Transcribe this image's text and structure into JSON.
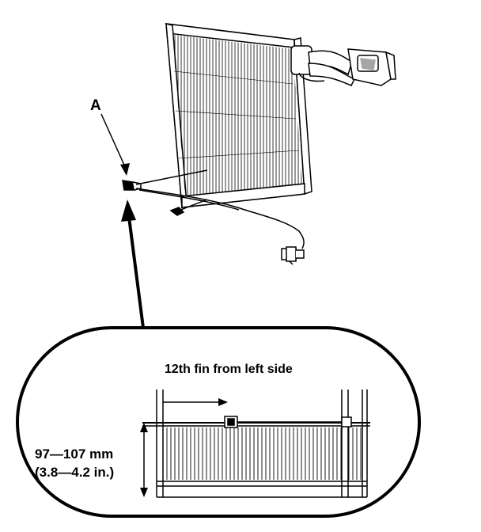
{
  "labels": {
    "callout_a": "A",
    "fin_note": "12th fin from left side",
    "dim_mm": "97—107 mm",
    "dim_in": "(3.8—4.2 in.)"
  },
  "colors": {
    "ink": "#000000",
    "paper": "#ffffff"
  }
}
